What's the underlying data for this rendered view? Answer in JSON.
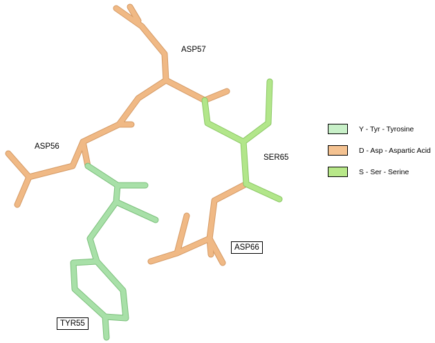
{
  "residues": {
    "asp57": "ASP57",
    "asp56": "ASP56",
    "ser65": "SER65",
    "asp66": "ASP66",
    "tyr55": "TYR55"
  },
  "legend": [
    {
      "text": "Y - Tyr - Tyrosine",
      "color": "#c8f0c8"
    },
    {
      "text": "D - Asp - Aspartic Acid",
      "color": "#f4c291"
    },
    {
      "text": "S - Ser - Serine",
      "color": "#b8e889"
    }
  ],
  "colors": {
    "asp": "#f0b985",
    "asp_shadow": "#d49a66",
    "tyr": "#a8e0a8",
    "tyr_shadow": "#7cc07c",
    "ser": "#b2e68a",
    "ser_shadow": "#8cc866"
  }
}
